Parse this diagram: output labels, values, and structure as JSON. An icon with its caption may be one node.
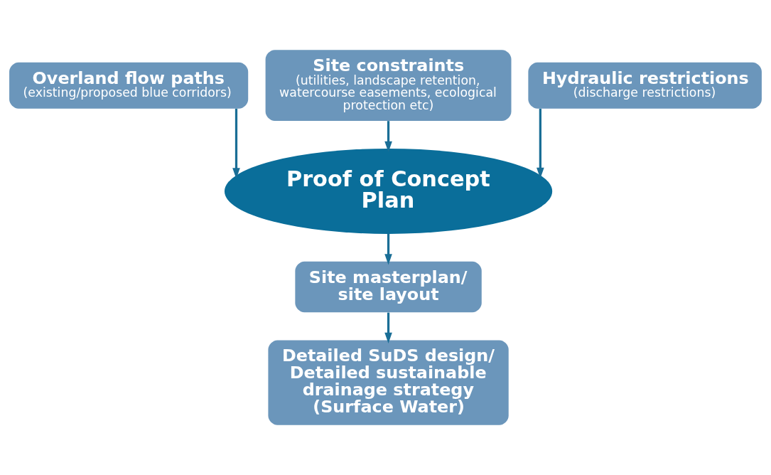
{
  "diagram": {
    "nodes": [
      {
        "text": [
          "Overland flow paths",
          "(existing/proposed blue corridors)"
        ]
      },
      {
        "text": [
          "Site constraints",
          "(utilities, landscape retention, watercourse easements, ecological protection etc)"
        ]
      },
      {
        "text": [
          "Hydraulic restrictions",
          "(discharge restrictions)"
        ]
      },
      {
        "text": [
          "Proof of Concept Plan"
        ]
      },
      {
        "text": [
          "Site masterplan/ site layout"
        ]
      },
      {
        "text": [
          "Detailed SuDS design/ Detailed sustainable drainage strategy (Surface Water)"
        ]
      }
    ],
    "edges": [
      {
        "from": 0,
        "to": 3,
        "arrow": "to"
      },
      {
        "from": 1,
        "to": 3,
        "arrow": "to"
      },
      {
        "from": 2,
        "to": 3,
        "arrow": "to"
      },
      {
        "from": 3,
        "to": 4,
        "arrow": "to"
      },
      {
        "from": 4,
        "to": 5,
        "arrow": "to"
      }
    ]
  }
}
